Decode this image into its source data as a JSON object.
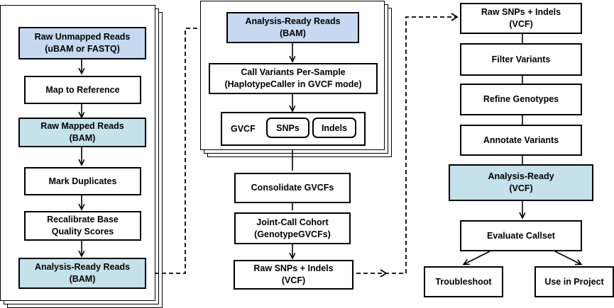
{
  "left_column": {
    "raw_unmapped": {
      "line1": "Raw Unmapped Reads",
      "line2": "(uBAM or FASTQ)"
    },
    "map_to_reference": "Map to Reference",
    "raw_mapped": {
      "line1": "Raw Mapped Reads",
      "line2": "(BAM)"
    },
    "mark_duplicates": "Mark Duplicates",
    "recalibrate": {
      "line1": "Recalibrate Base",
      "line2": "Quality Scores"
    },
    "analysis_ready": {
      "line1": "Analysis-Ready Reads",
      "line2": "(BAM)"
    }
  },
  "middle_column": {
    "analysis_ready": {
      "line1": "Analysis-Ready Reads",
      "line2": "(BAM)"
    },
    "call_variants": {
      "line1": "Call Variants Per-Sample",
      "line2": "(HaplotypeCaller in GVCF mode)"
    },
    "gvcf_label": "GVCF",
    "snps": "SNPs",
    "indels": "Indels",
    "consolidate": "Consolidate GVCFs",
    "joint_call": {
      "line1": "Joint-Call Cohort",
      "line2": "(GenotypeGVCFs)"
    },
    "raw_snps": {
      "line1": "Raw SNPs + Indels",
      "line2": "(VCF)"
    }
  },
  "right_column": {
    "raw_snps": {
      "line1": "Raw SNPs + Indels",
      "line2": "(VCF)"
    },
    "filter": "Filter Variants",
    "refine": "Refine Genotypes",
    "annotate": "Annotate Variants",
    "analysis_ready": {
      "line1": "Analysis-Ready",
      "line2": "(VCF)"
    },
    "evaluate": "Evaluate Callset",
    "troubleshoot": "Troubleshoot",
    "use_in_project": "Use in Project"
  },
  "colors": {
    "blue_fill": "#c6d9f1",
    "teal_fill": "#c5e1ea",
    "stroke": "#000000"
  }
}
